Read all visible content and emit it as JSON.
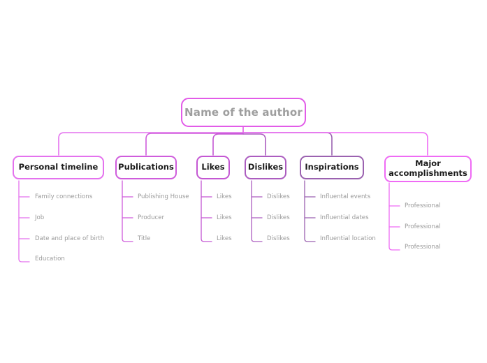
{
  "diagram": {
    "type": "mind-map",
    "title_node": {
      "label": "Name of the author",
      "border_color": "#e25ce8",
      "text_color": "#9e9e9e"
    },
    "leaf_text_color": "#9a9a9a",
    "background": "#ffffff",
    "branches": [
      {
        "label": "Personal timeline",
        "border_color": "#e472ee",
        "children": [
          "Family connections",
          "Job",
          "Date and place of birth",
          "Education"
        ]
      },
      {
        "label": "Publications",
        "border_color": "#cf5cdc",
        "children": [
          "Publishing House",
          "Producer",
          "Title"
        ]
      },
      {
        "label": "Likes",
        "border_color": "#c457d3",
        "children": [
          "Likes",
          "Likes",
          "Likes"
        ]
      },
      {
        "label": "Dislikes",
        "border_color": "#ac5dc0",
        "children": [
          "Dislikes",
          "Dislikes",
          "Dislikes"
        ]
      },
      {
        "label": "Inspirations",
        "border_color": "#9b62b0",
        "children": [
          "Influental events",
          "Influential dates",
          "Influential location"
        ]
      },
      {
        "label": "Major\naccomplishments",
        "label_line1": "Major",
        "label_line2": "accomplishments",
        "border_color": "#ef6bf5",
        "children": [
          "Professional",
          "Professional",
          "Professional"
        ]
      }
    ]
  }
}
